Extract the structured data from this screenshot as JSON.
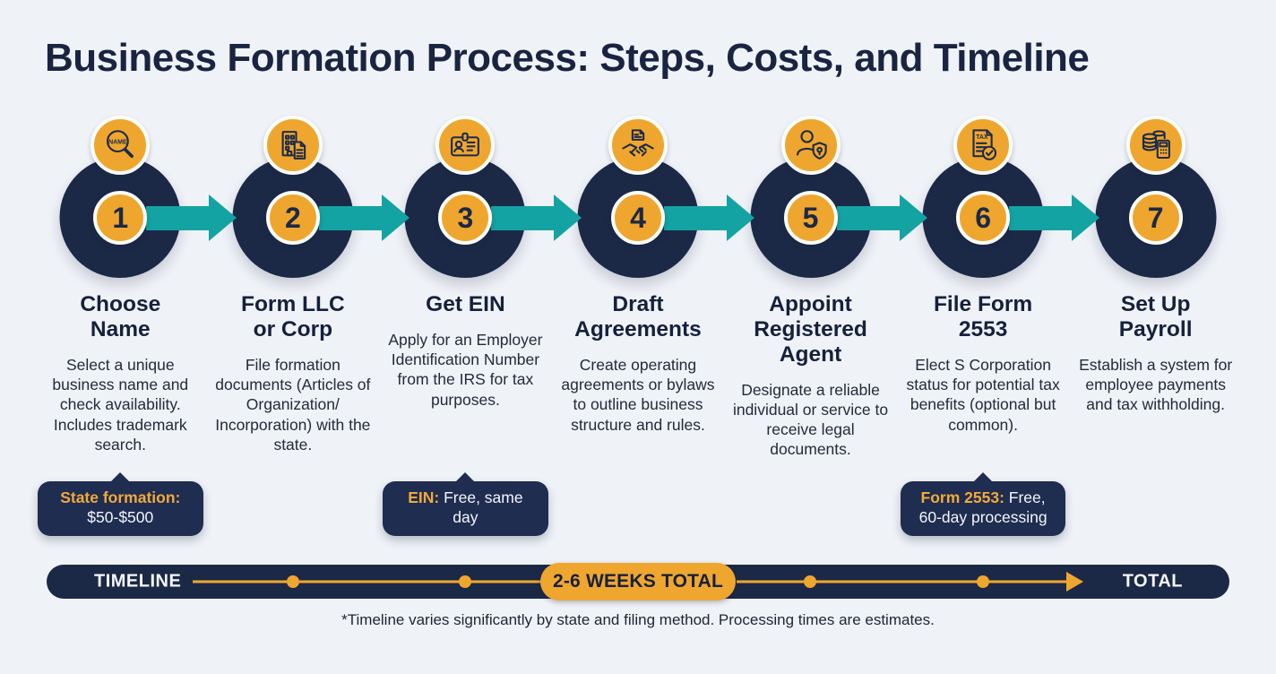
{
  "page": {
    "title": "Business Formation Process: Steps, Costs, and Timeline",
    "footnote": "*Timeline varies significantly by state and filing method. Processing times are estimates."
  },
  "colors": {
    "navy": "#1B2947",
    "badge_navy": "#1E2D50",
    "orange": "#EFA62F",
    "badge_label_orange": "#F2A93B",
    "teal_arrow": "#14A3A3",
    "background": "#EFF2F7"
  },
  "steps": [
    {
      "number": "1",
      "icon": "name-search-icon",
      "title": "Choose\nName",
      "description": "Select a unique business name and check availability. Includes trademark search.",
      "badge": {
        "label": "State formation:",
        "value": "$50-$500"
      }
    },
    {
      "number": "2",
      "icon": "building-documents-icon",
      "title": "Form LLC\nor Corp",
      "description": "File formation documents (Articles of Organization/ Incorporation) with the state.",
      "badge": null
    },
    {
      "number": "3",
      "icon": "id-card-icon",
      "title": "Get EIN",
      "description": "Apply for an Employer Identification Number from the IRS for tax purposes.",
      "badge": {
        "label": "EIN:",
        "value": "Free, same day"
      }
    },
    {
      "number": "4",
      "icon": "handshake-document-icon",
      "title": "Draft\nAgreements",
      "description": "Create operating agreements or bylaws to outline business structure and rules.",
      "badge": null
    },
    {
      "number": "5",
      "icon": "registered-agent-shield-icon",
      "title": "Appoint\nRegistered\nAgent",
      "description": "Designate a reliable individual or service to receive legal documents.",
      "badge": null
    },
    {
      "number": "6",
      "icon": "tax-form-check-icon",
      "title": "File Form\n2553",
      "description": "Elect S Corporation status for potential tax benefits (optional but common).",
      "badge": {
        "label": "Form 2553:",
        "value": "Free, 60-day processing"
      }
    },
    {
      "number": "7",
      "icon": "coins-calculator-icon",
      "title": "Set Up\nPayroll",
      "description": "Establish a system for employee payments and tax withholding.",
      "badge": null
    }
  ],
  "timeline": {
    "left_label": "TIMELINE",
    "center_label": "2-6 WEEKS TOTAL",
    "right_label": "TOTAL"
  }
}
